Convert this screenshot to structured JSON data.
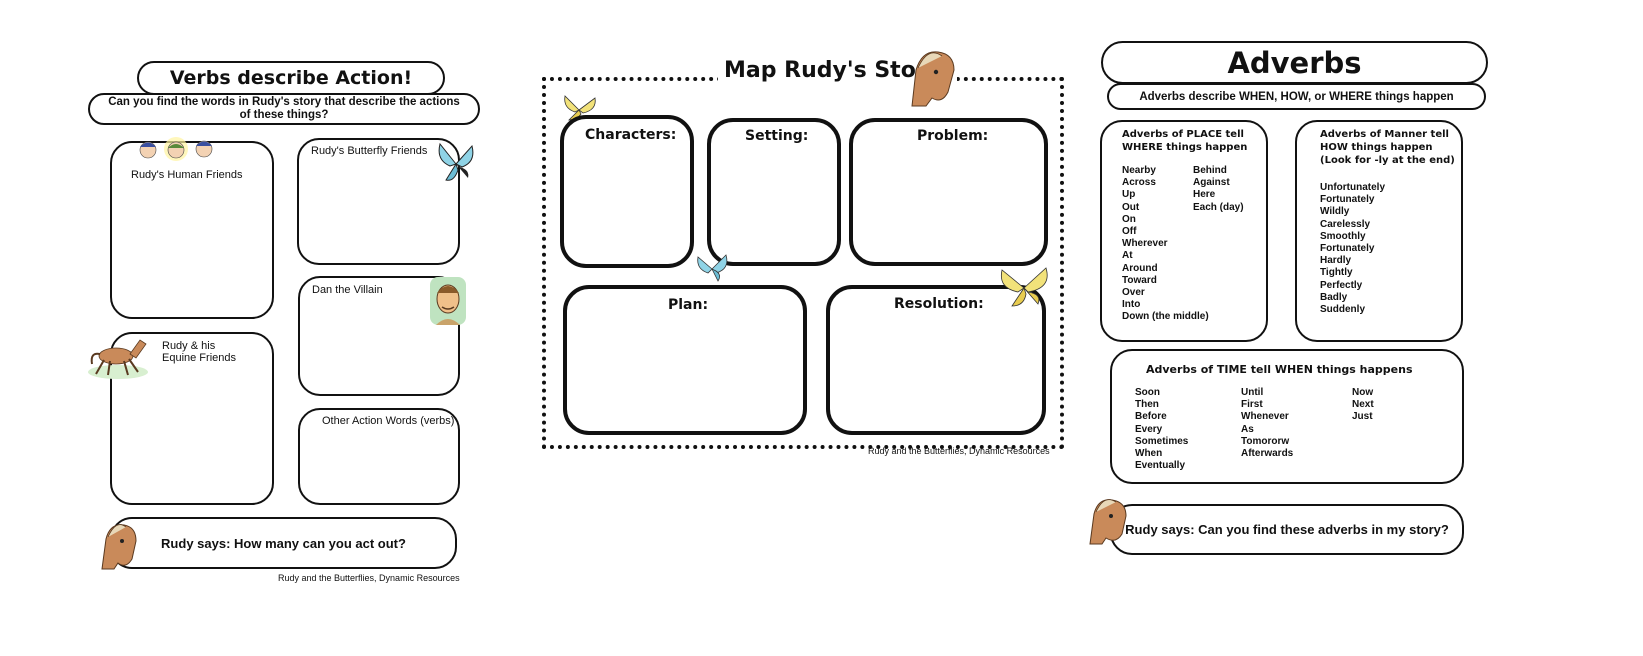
{
  "verbs": {
    "title": "Verbs describe Action!",
    "subtitle": "Can you find the words in Rudy's story that describe the actions of these things?",
    "boxes": {
      "human_friends": "Rudy's Human Friends",
      "butterfly_friends": "Rudy's Butterfly Friends",
      "villain": "Dan the Villain",
      "equine_line1": "Rudy & his",
      "equine_line2": "Equine Friends",
      "other": "Other Action Words (verbs)"
    },
    "rudy_says": "Rudy says: How many can you act out?",
    "credit": "Rudy and the Butterflies, Dynamic Resources"
  },
  "map": {
    "title": "Map Rudy's Story!",
    "boxes": {
      "characters": "Characters:",
      "setting": "Setting:",
      "problem": "Problem:",
      "plan": "Plan:",
      "resolution": "Resolution:"
    },
    "credit": "Rudy and the Butterflies, Dynamic Resources"
  },
  "adverbs": {
    "title": "Adverbs",
    "subtitle": "Adverbs describe WHEN, HOW, or WHERE things happen",
    "place": {
      "header_line1": "Adverbs of PLACE tell",
      "header_line2": "WHERE things happen",
      "col1": "Nearby\nAcross\nUp\nOut\nOn\nOff\nWherever\nAt\nAround\nToward\nOver\nInto\nDown (the middle)",
      "col2": "Behind\nAgainst\nHere\nEach (day)"
    },
    "manner": {
      "header_line1": "Adverbs of Manner tell",
      "header_line2": "HOW things happen",
      "header_line3": "(Look for -ly at the end)",
      "col1": "Unfortunately\nFortunately\nWildly\nCarelessly\nSmoothly\nFortunately\nHardly\nTightly\nPerfectly\nBadly\nSuddenly"
    },
    "time": {
      "header": "Adverbs of TIME tell WHEN things happens",
      "col1": "Soon\nThen\nBefore\nEvery\nSometimes\nWhen\nEventually",
      "col2": "Until\nFirst\nWhenever\nAs\nTomororw\nAfterwards",
      "col3": "Now\nNext\nJust"
    },
    "rudy_says": "Rudy says: Can you find these adverbs in my story?"
  },
  "colors": {
    "ink": "#111111",
    "butterfly_blue": "#8fd3e6",
    "butterfly_yellow": "#f2e27a",
    "horse_brown": "#c98a5a"
  }
}
